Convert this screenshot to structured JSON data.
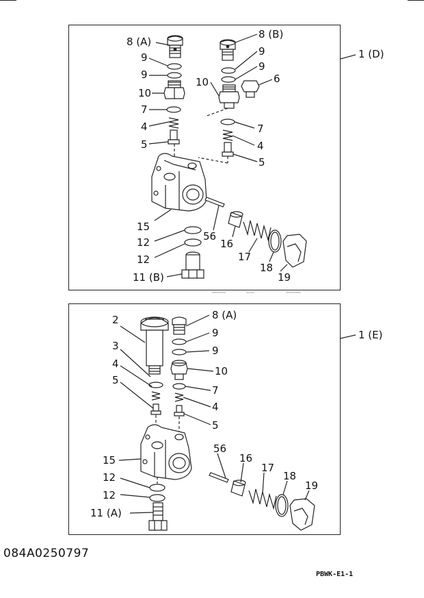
{
  "panels": {
    "top": {
      "assembly": "1 (D)",
      "callouts": [
        "8 (A)",
        "9",
        "9",
        "10",
        "7",
        "4",
        "5",
        "8 (B)",
        "9",
        "9",
        "10",
        "6",
        "7",
        "4",
        "5",
        "15",
        "56",
        "16",
        "17",
        "18",
        "19",
        "12",
        "12",
        "11 (B)"
      ]
    },
    "bottom": {
      "assembly": "1 (E)",
      "callouts": [
        "2",
        "3",
        "4",
        "5",
        "8 (A)",
        "9",
        "9",
        "10",
        "7",
        "4",
        "5",
        "15",
        "56",
        "16",
        "17",
        "18",
        "19",
        "12",
        "12",
        "11 (A)"
      ]
    }
  },
  "footer": {
    "drawing_id": "084A0250797",
    "page_code": "PBWK-E1-1"
  }
}
